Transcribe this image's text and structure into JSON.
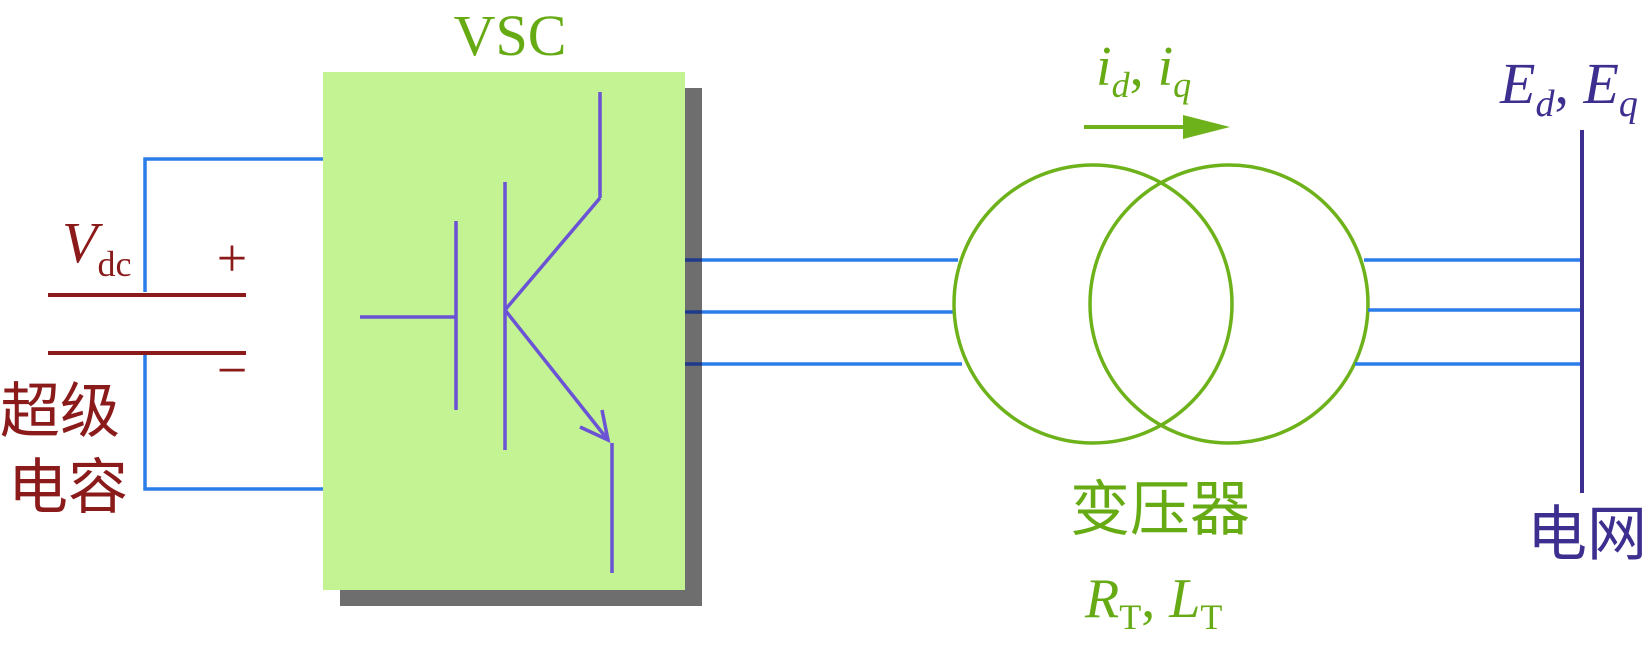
{
  "labels": {
    "vsc": "VSC",
    "vdc_main": "V",
    "vdc_sub": "dc",
    "plus": "+",
    "minus": "−",
    "supercap_line1": "超级",
    "supercap_line2": "电容",
    "current_i1": "i",
    "current_sub1": "d",
    "comma1": ", ",
    "current_i2": "i",
    "current_sub2": "q",
    "grid_E1": "E",
    "grid_sub1": "d",
    "comma2": ", ",
    "grid_E2": "E",
    "grid_sub2": "q",
    "transformer_name": "变压器",
    "transformer_R": "R",
    "transformer_R_sub": "T",
    "comma3": ", ",
    "transformer_L": "L",
    "transformer_L_sub": "T",
    "grid_name": "电网"
  },
  "colors": {
    "vsc_fill": "#c3f393",
    "vsc_shadow": "#6e6e6e",
    "green_text": "#66aa14",
    "wire_blue": "#2b7de9",
    "dark_red": "#8b1a1a",
    "purple": "#3c2f8f",
    "igbt_purple": "#6b53d6",
    "transformer_green": "#6db21a"
  }
}
